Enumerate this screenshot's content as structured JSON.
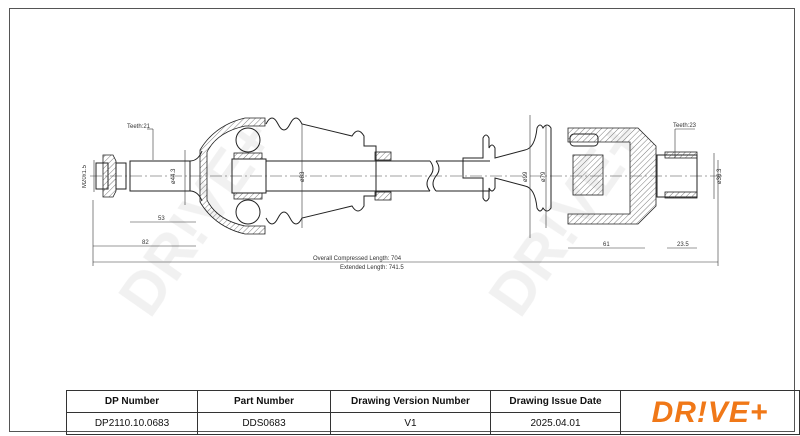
{
  "watermark": "DR!VE+",
  "dimensions": {
    "teeth_left": "Teeth:21",
    "thread": "M20x1.5",
    "dia_shaft_left": "ø44.3",
    "dia_boot_left": "ø83",
    "len_53": "53",
    "len_82": "82",
    "overall_compressed": "Overall Compressed Length: 704",
    "extended": "Extended Length: 741.5",
    "dia_99": "ø99",
    "dia_79": "ø79",
    "teeth_right": "Teeth:23",
    "dia_right": "ø36.3",
    "len_61": "61",
    "len_23_5": "23.5"
  },
  "table": {
    "headers": [
      "DP Number",
      "Part Number",
      "Drawing Version Number",
      "Drawing Issue Date"
    ],
    "values": [
      "DP2110.10.0683",
      "DDS0683",
      "V1",
      "2025.04.01"
    ],
    "logo": "DR!VE+",
    "logo_color": "#f07818"
  }
}
